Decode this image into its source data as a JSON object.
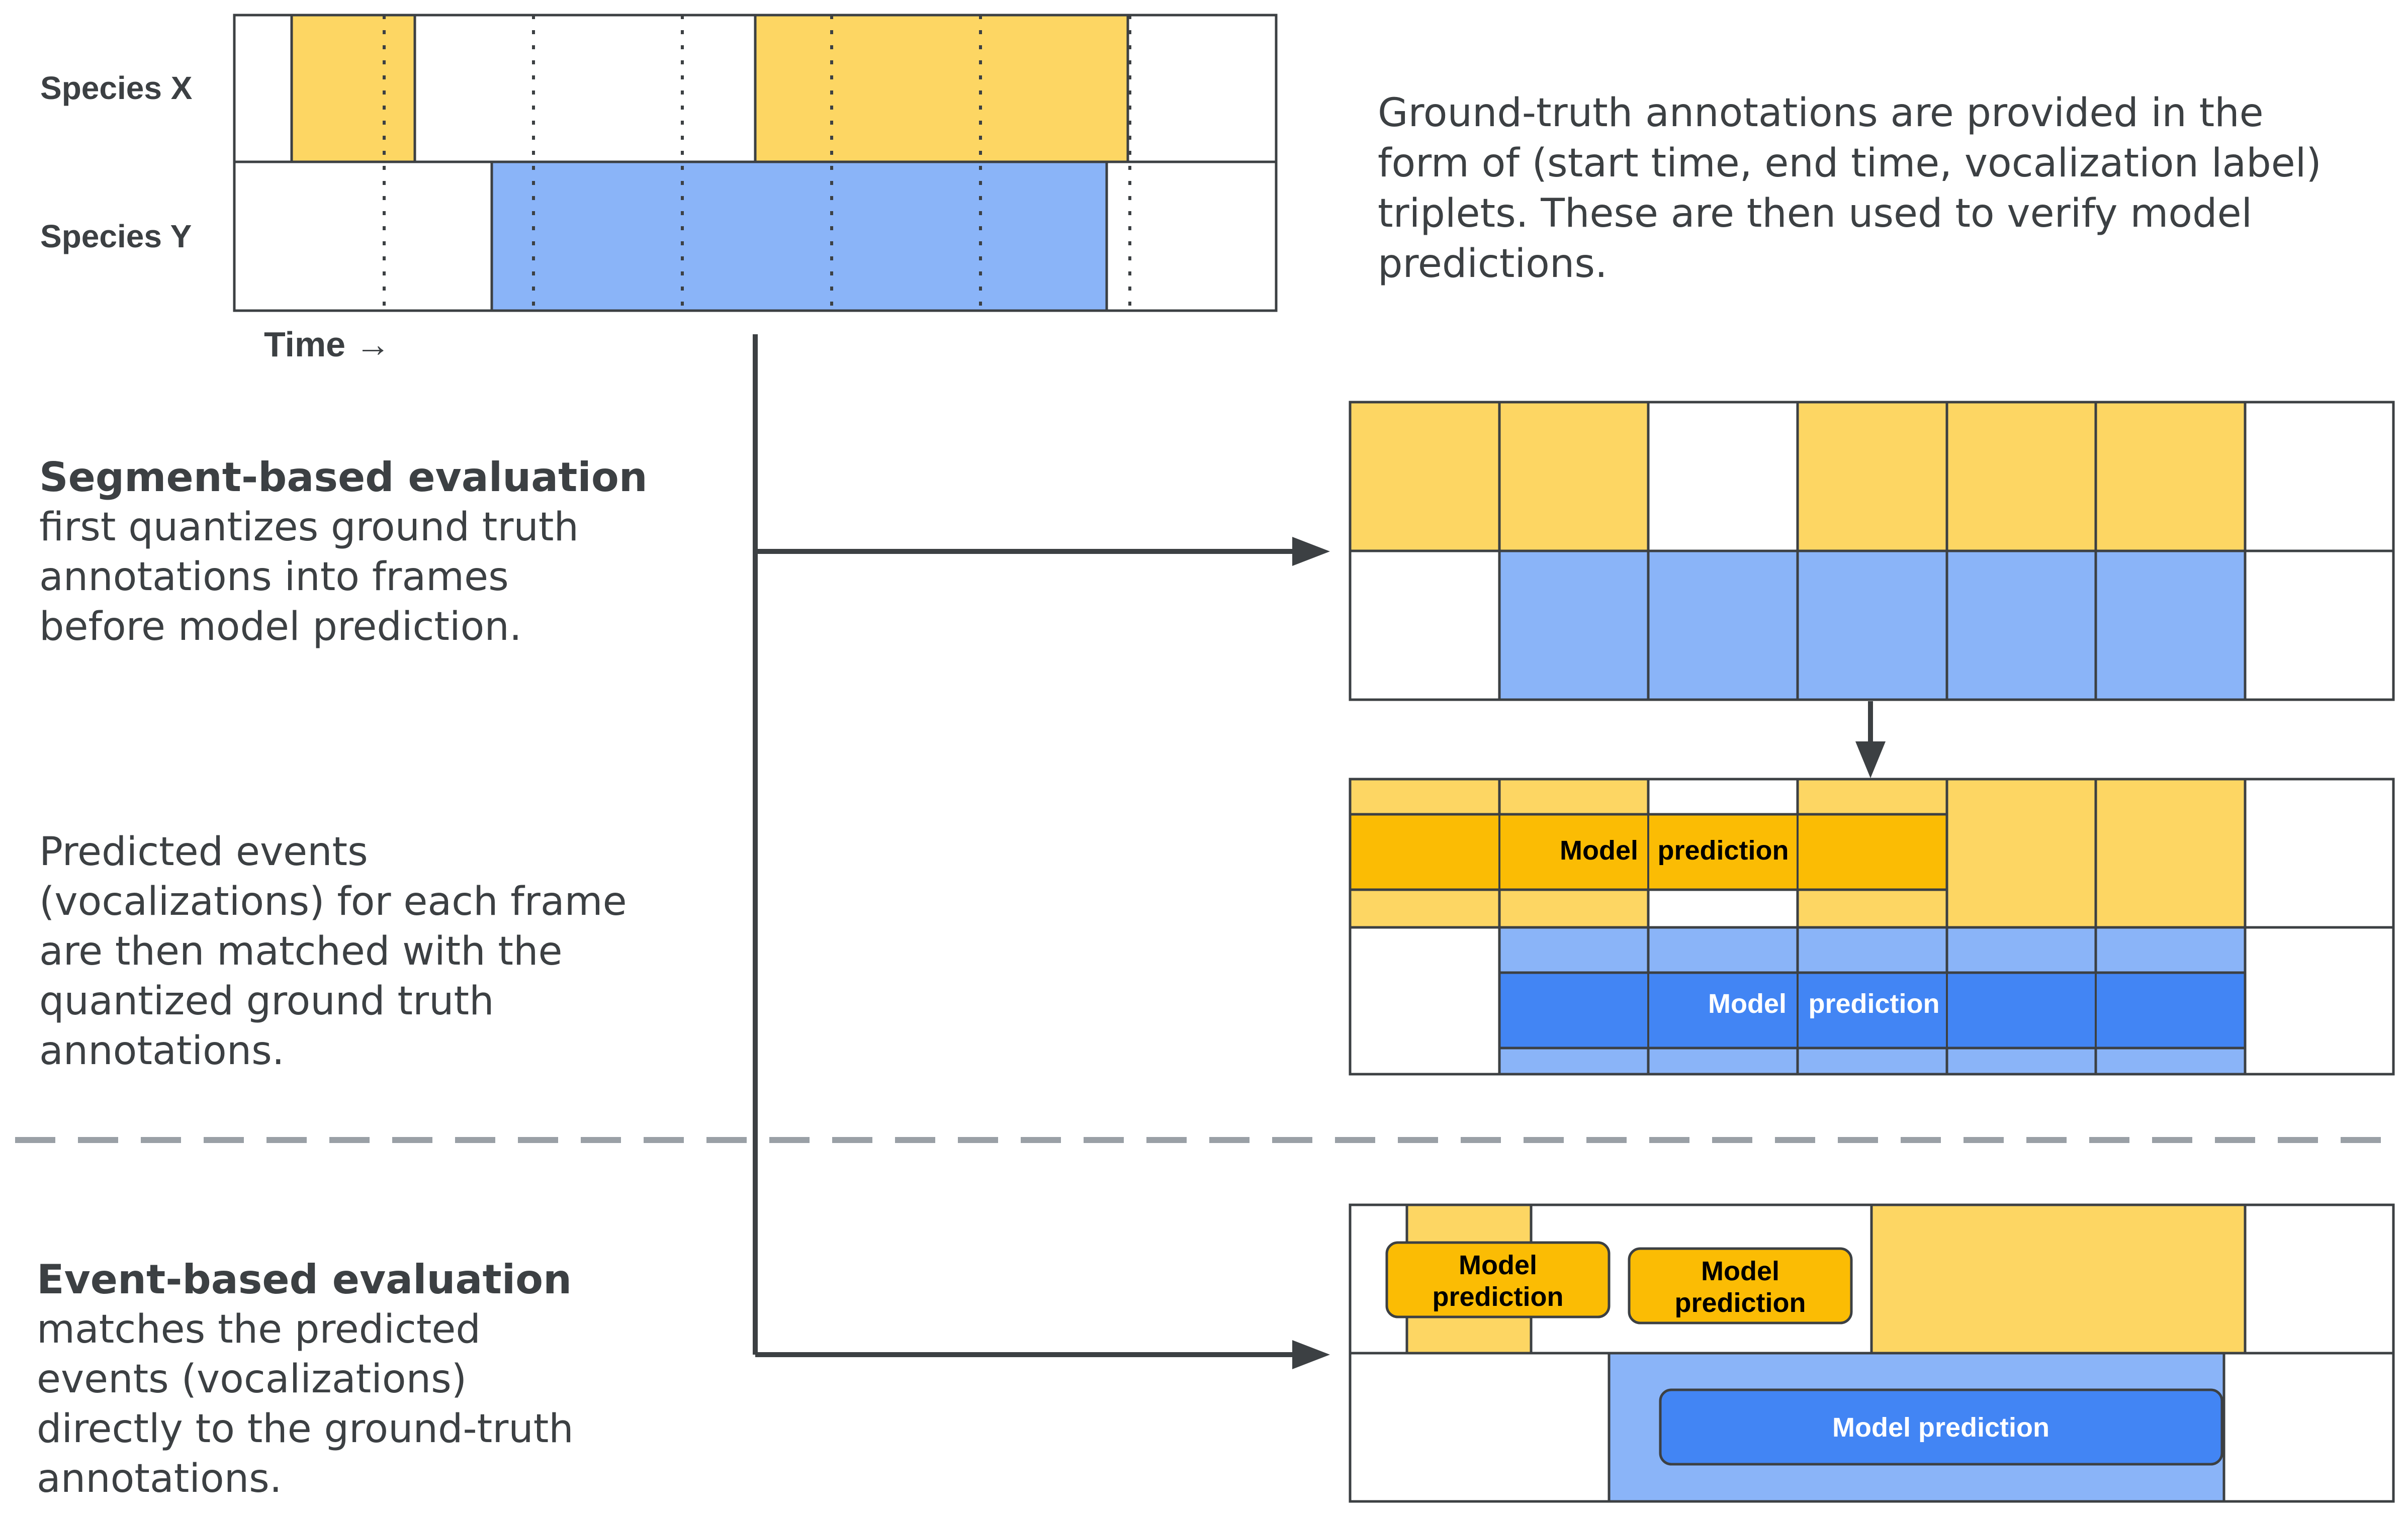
{
  "ground_truth": {
    "rows": [
      {
        "label": "Species X"
      },
      {
        "label": "Species Y"
      }
    ],
    "axis_label": "Time →"
  },
  "intro_text": "Ground-truth annotations are provided in the form of (start time, end time, vocalization label) triplets. These are then used to verify model predictions.",
  "segment_section": {
    "heading": "Segment-based evaluation",
    "body": "first quantizes ground truth annotations into frames before model prediction.",
    "matching_text": "Predicted events (vocalizations) for each frame are then matched with the quantized ground truth annotations."
  },
  "segment_predictions": {
    "x_label_a": "Model",
    "x_label_b": "prediction",
    "y_label_a": "Model",
    "y_label_b": "prediction"
  },
  "event_section": {
    "heading": "Event-based evaluation",
    "body": "matches the predicted events (vocalizations) directly to the ground-truth annotations."
  },
  "event_predictions": {
    "x1_line1": "Model",
    "x1_line2": "prediction",
    "x2_line1": "Model",
    "x2_line2": "prediction",
    "y_label": "Model prediction"
  },
  "colors": {
    "species_x_fill": "#fdd663",
    "species_x_prediction": "#fbbc04",
    "species_y_fill": "#8ab4f8",
    "species_y_prediction": "#4285f4",
    "grid_line": "#3c4043",
    "separator": "#9aa0a6"
  }
}
